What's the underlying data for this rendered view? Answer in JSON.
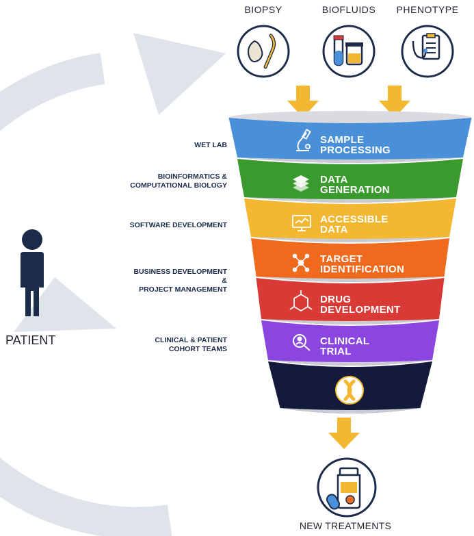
{
  "inputs": [
    {
      "label": "BIOPSY",
      "icon": "biopsy-icon"
    },
    {
      "label": "BIOFLUIDS",
      "icon": "biofluids-icon"
    },
    {
      "label": "PHENOTYPE",
      "icon": "phenotype-icon"
    }
  ],
  "patient": {
    "label": "PATIENT",
    "icon": "person-icon"
  },
  "funnel": {
    "rim_color": "#d9dbe0",
    "stages": [
      {
        "label": "SAMPLE\nPROCESSING",
        "color": "#4a90d9",
        "role": "WET LAB",
        "icon": "microscope-icon"
      },
      {
        "label": "DATA\nGENERATION",
        "color": "#3a9a2e",
        "role": "BIOINFORMATICS &\nCOMPUTATIONAL BIOLOGY",
        "icon": "layers-icon"
      },
      {
        "label": "ACCESSIBLE\nDATA",
        "color": "#f3b731",
        "role": "SOFTWARE DEVELOPMENT",
        "icon": "monitor-icon"
      },
      {
        "label": "TARGET\nIDENTIFICATION",
        "color": "#f06a1e",
        "role": "BUSINESS DEVELOPMENT\n&\nPROJECT MANAGEMENT",
        "icon": "network-icon"
      },
      {
        "label": "DRUG\nDEVELOPMENT",
        "color": "#d93a35",
        "role": "",
        "icon": "molecule-icon"
      },
      {
        "label": "CLINICAL\nTRIAL",
        "color": "#8b45e0",
        "role": "CLINICAL & PATIENT\nCOHORT TEAMS",
        "icon": "search-people-icon"
      },
      {
        "label": "",
        "color": "#141b3a",
        "role": "",
        "icon": "capsule-icon"
      }
    ]
  },
  "output": {
    "label": "NEW TREATMENTS",
    "icon": "medicine-bottle-icon"
  },
  "colors": {
    "arrow": "#f3b731",
    "cycle": "#dfe3ea",
    "person": "#1c2b4a",
    "navy": "#1c2b4a"
  }
}
